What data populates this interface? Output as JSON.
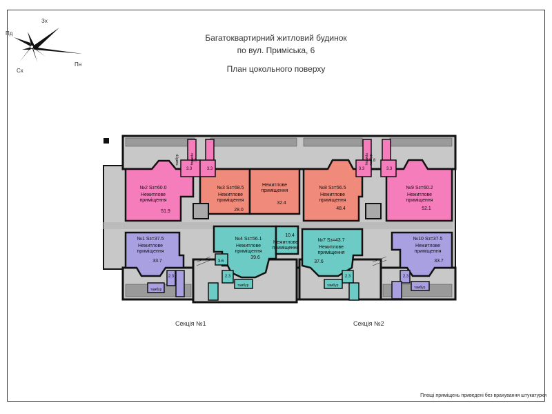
{
  "titles": {
    "line1": "Багатоквартирний житловий будинок",
    "line2": "по вул. Приміська, 6",
    "line3": "План цокольного поверху"
  },
  "compass": {
    "n1": "Зх",
    "n2": "Пд",
    "n3": "Сх",
    "n4": "Пн"
  },
  "sections": {
    "s1": "Секція №1",
    "s2": "Секція №2"
  },
  "footnote": "Площі приміщень приведені без врахування штукатурки",
  "colors": {
    "pink": "#f57dbb",
    "salmon": "#f08a7a",
    "lavender": "#a9a0e2",
    "teal": "#6dcbc5",
    "grey": "#bdbdbd",
    "wall": "#1b1b1b"
  },
  "labels": {
    "nonres": "Нежитлове",
    "premise": "приміщення",
    "tambur": "тамбур",
    "pryim": "приміщ.",
    "pryim2": "приміщ."
  },
  "rooms": {
    "r2": {
      "head": "№2 Sз=60.0",
      "area": "51.9"
    },
    "r3": {
      "head": "№3 Sз=68.5",
      "area": "28.0"
    },
    "r3b": {
      "area": "32.4"
    },
    "r8": {
      "head": "№8 Sз=56.5",
      "area": "48.4"
    },
    "r9": {
      "head": "№9 Sз=60.2",
      "area": "52.1"
    },
    "r1": {
      "head": "№1 Sз=37.5",
      "area": "33.7"
    },
    "r4": {
      "head": "№4 Sз=56.1",
      "area": "39.6"
    },
    "r4b": {
      "area": "10.4"
    },
    "r7": {
      "head": "№7 Sз=43.7",
      "area": "37.6"
    },
    "r10": {
      "head": "№10 Sз=37.5",
      "area": "33.7"
    }
  },
  "small": {
    "a1": "3.3",
    "a2": "4.8",
    "a3": "3.3",
    "a4": "4.8",
    "a5": "3.3",
    "a6": "3.3",
    "b1": "2.3",
    "b2": "3.6",
    "b3": "2.3",
    "b4": "2.3",
    "b5": "2.3"
  }
}
